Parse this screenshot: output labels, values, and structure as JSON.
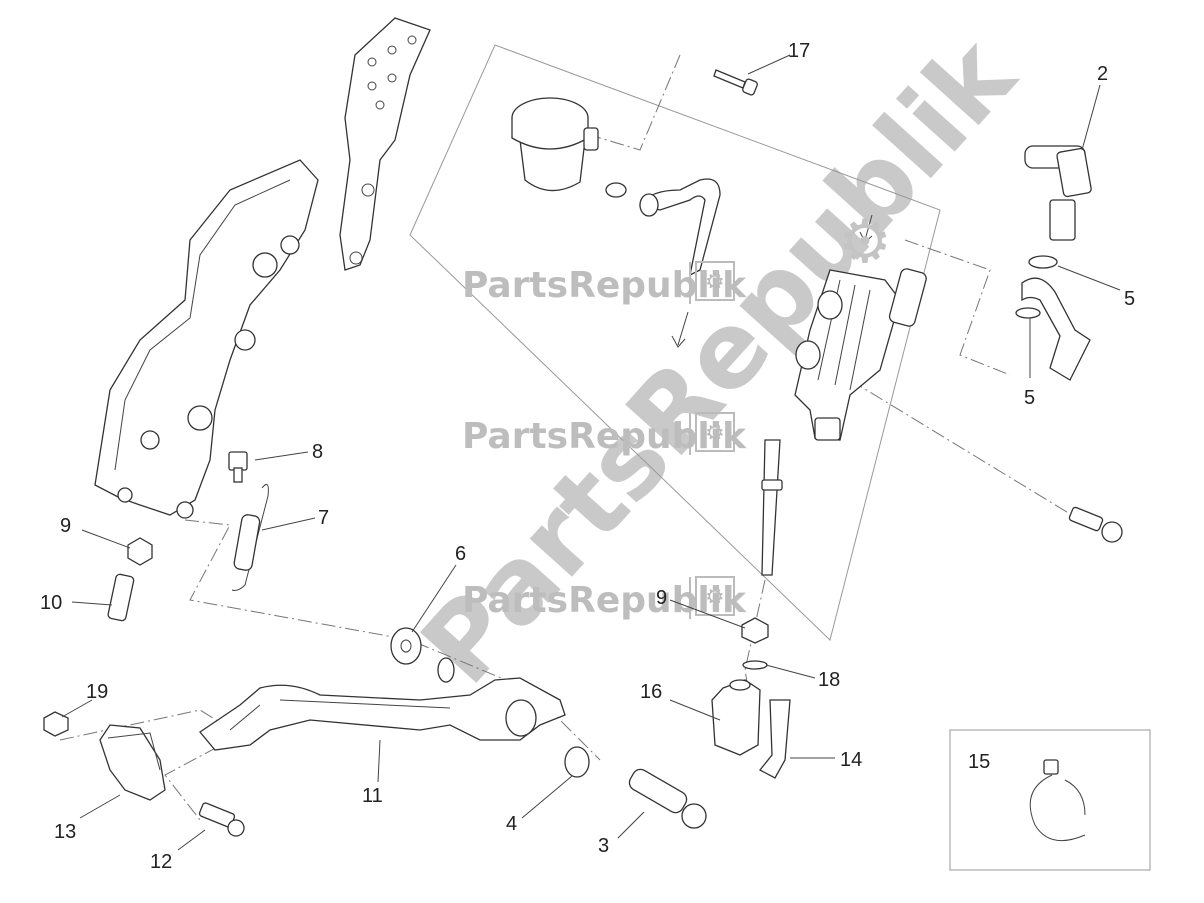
{
  "watermark": {
    "diagonal_text": "PartsRepublik",
    "labels": [
      "PartsRepublik",
      "PartsRepublik",
      "PartsRepublik"
    ],
    "icon": "gear-icon"
  },
  "callouts": [
    {
      "id": "c17",
      "text": "17"
    },
    {
      "id": "c2",
      "text": "2"
    },
    {
      "id": "c5a",
      "text": "5"
    },
    {
      "id": "c5b",
      "text": "5"
    },
    {
      "id": "c8",
      "text": "8"
    },
    {
      "id": "c7",
      "text": "7"
    },
    {
      "id": "c9a",
      "text": "9"
    },
    {
      "id": "c10",
      "text": "10"
    },
    {
      "id": "c6",
      "text": "6"
    },
    {
      "id": "c9b",
      "text": "9"
    },
    {
      "id": "c18",
      "text": "18"
    },
    {
      "id": "c16",
      "text": "16"
    },
    {
      "id": "c14",
      "text": "14"
    },
    {
      "id": "c15",
      "text": "15"
    },
    {
      "id": "c19",
      "text": "19"
    },
    {
      "id": "c11",
      "text": "11"
    },
    {
      "id": "c13",
      "text": "13"
    },
    {
      "id": "c12",
      "text": "12"
    },
    {
      "id": "c4",
      "text": "4"
    },
    {
      "id": "c3",
      "text": "3"
    }
  ],
  "colors": {
    "line": "#333333",
    "watermark": "#bdbdbd",
    "background": "#ffffff"
  }
}
